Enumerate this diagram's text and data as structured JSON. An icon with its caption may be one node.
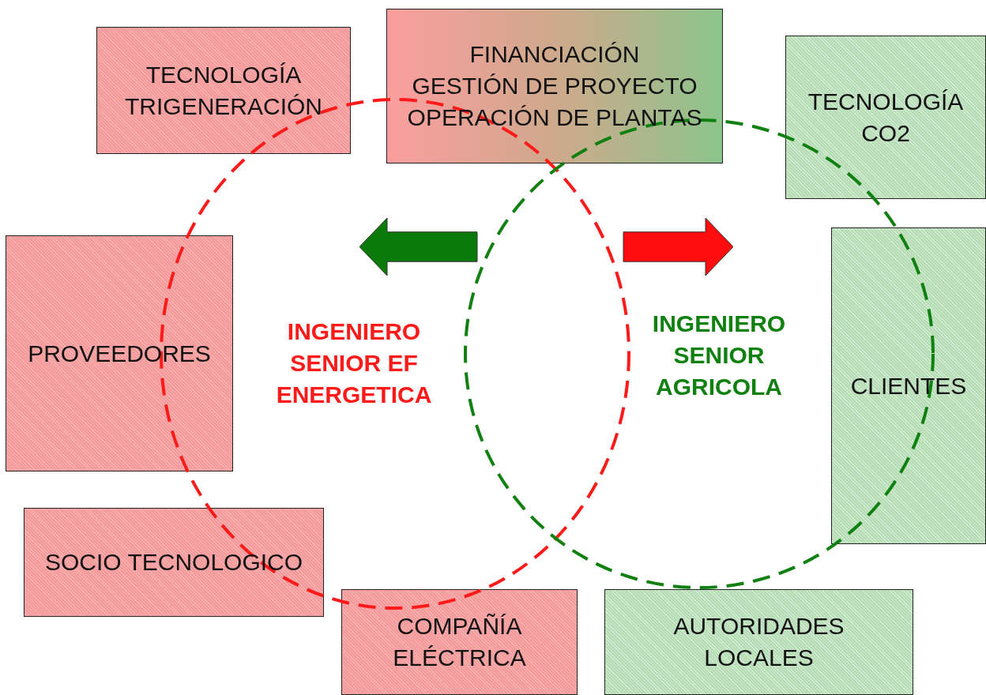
{
  "diagram": {
    "nodes": [
      {
        "text": [
          "TECNOLOGÍA TRIGENERACIÓN"
        ]
      },
      {
        "text": [
          "FINANCIACIÓN",
          "GESTIÓN DE PROYECTO",
          "OPERACIÓN DE PLANTAS"
        ]
      },
      {
        "text": [
          "TECNOLOGÍA CO2"
        ]
      },
      {
        "text": [
          "PROVEEDORES"
        ]
      },
      {
        "text": [
          "CLIENTES"
        ]
      },
      {
        "text": [
          "SOCIO TECNOLOGICO"
        ]
      },
      {
        "text": [
          "COMPAÑÍA ELÉCTRICA"
        ]
      },
      {
        "text": [
          "AUTORIDADES LOCALES"
        ]
      },
      {
        "text": [
          "INGENIERO SENIOR EF ENERGETICA"
        ]
      },
      {
        "text": [
          "INGENIERO SENIOR AGRICOLA"
        ]
      }
    ],
    "edges": [
      {
        "from": 9,
        "to": 8,
        "arrow": "to",
        "style": "thick",
        "color": "#0a7a0a"
      },
      {
        "from": 8,
        "to": 9,
        "arrow": "to",
        "style": "thick",
        "color": "#ff0d0d"
      }
    ]
  }
}
